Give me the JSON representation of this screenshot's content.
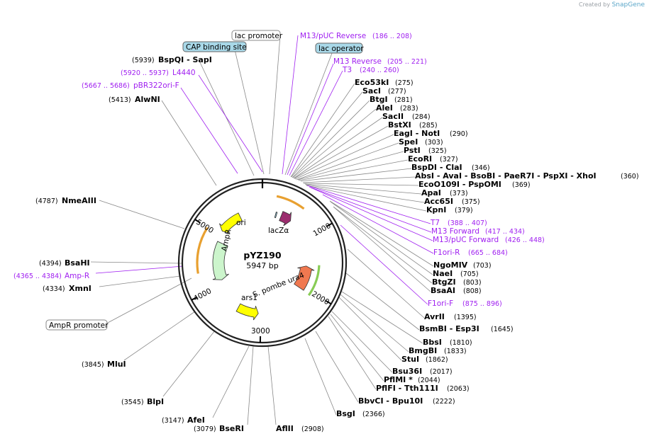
{
  "brand": {
    "created_by": "Created by",
    "app_name": "SnapGene"
  },
  "plasmid": {
    "name": "pYZ190",
    "size_label": "5947 bp",
    "length": 5947
  },
  "ticks": [
    {
      "pos": 1000,
      "label": "1000"
    },
    {
      "pos": 2000,
      "label": "2000"
    },
    {
      "pos": 3000,
      "label": "3000"
    },
    {
      "pos": 4000,
      "label": "4000"
    },
    {
      "pos": 5000,
      "label": "5000"
    }
  ],
  "features": [
    {
      "name": "lacZα",
      "start": 360,
      "end": 560,
      "color": "#9b2d6e",
      "dir": 1
    },
    {
      "name": "lac operator seg",
      "start": 250,
      "end": 270,
      "color": "#8cc4d8",
      "dir": 0
    },
    {
      "name": "S. pombe ura4",
      "start": 1560,
      "end": 2050,
      "color": "#f07850",
      "dir": -1
    },
    {
      "name": "ars1",
      "start": 3050,
      "end": 3440,
      "color": "#ffff00",
      "dir": -1
    },
    {
      "name": "AmpR",
      "start": 4080,
      "end": 4880,
      "color": "#ccf5cc",
      "dir": -1
    },
    {
      "name": "ori",
      "start": 5090,
      "end": 5520,
      "color": "#ffff00",
      "dir": -1
    }
  ],
  "feature_labels": {
    "lacz": "lacZα",
    "ura4": "S. pombe ura4",
    "ars1": "ars1",
    "ampr": "AmpR",
    "ori": "ori"
  },
  "boxed_labels": [
    {
      "key": "lac_promoter",
      "text": "lac promoter",
      "color": "#ffffff"
    },
    {
      "key": "cap",
      "text": "CAP binding site",
      "color": "#a8d8e8"
    },
    {
      "key": "lac_operator",
      "text": "lac operator",
      "color": "#a8d8e8"
    },
    {
      "key": "ampr_promoter",
      "text": "AmpR promoter",
      "color": "#ffffff"
    }
  ],
  "primers": [
    {
      "key": "m13puc_rev",
      "name": "M13/pUC Reverse",
      "range": "(186 .. 208)"
    },
    {
      "key": "m13_rev",
      "name": "M13 Reverse",
      "range": "(205 .. 221)"
    },
    {
      "key": "t3",
      "name": "T3",
      "range": "(240 .. 260)"
    },
    {
      "key": "l4440",
      "name": "L4440",
      "range": "(5920 .. 5937)"
    },
    {
      "key": "pbr322",
      "name": "pBR322ori-F",
      "range": "(5667 .. 5686)"
    },
    {
      "key": "t7",
      "name": "T7",
      "range": "(388 .. 407)"
    },
    {
      "key": "m13_fwd",
      "name": "M13 Forward",
      "range": "(417 .. 434)"
    },
    {
      "key": "m13puc_fwd",
      "name": "M13/pUC Forward",
      "range": "(426 .. 448)"
    },
    {
      "key": "f1ori_r",
      "name": "F1ori-R",
      "range": "(665 .. 684)"
    },
    {
      "key": "f1ori_f",
      "name": "F1ori-F",
      "range": "(875 .. 896)"
    },
    {
      "key": "ampr",
      "name": "Amp-R",
      "range": "(4365 .. 4384)"
    }
  ],
  "enzymes": [
    {
      "key": "bspqi",
      "names": "BspQI   - SapI",
      "pos": "(5939)"
    },
    {
      "key": "alwni",
      "names": "AlwNI",
      "pos": "(5413)"
    },
    {
      "key": "eco53ki",
      "names": "Eco53kI",
      "pos": "(275)"
    },
    {
      "key": "saci",
      "names": "SacI",
      "pos": "(277)"
    },
    {
      "key": "btgi",
      "names": "BtgI",
      "pos": "(281)"
    },
    {
      "key": "alei",
      "names": "AleI",
      "pos": "(283)"
    },
    {
      "key": "sacii",
      "names": "SacII",
      "pos": "(284)"
    },
    {
      "key": "bstxi",
      "names": "BstXI",
      "pos": "(285)"
    },
    {
      "key": "eagi",
      "names": "EagI   - NotI",
      "pos": "(290)"
    },
    {
      "key": "spei",
      "names": "SpeI",
      "pos": "(303)"
    },
    {
      "key": "psti",
      "names": "PstI",
      "pos": "(325)"
    },
    {
      "key": "ecori",
      "names": "EcoRI",
      "pos": "(327)"
    },
    {
      "key": "bspdi",
      "names": "BspDI   - ClaI",
      "pos": "(346)"
    },
    {
      "key": "absi",
      "names": "AbsI   - AvaI   - BsoBI   - PaeR7I   - PspXI   - XhoI",
      "pos": "(360)"
    },
    {
      "key": "ecoo109i",
      "names": "EcoO109I   - PspOMI",
      "pos": "(369)"
    },
    {
      "key": "apai",
      "names": "ApaI",
      "pos": "(373)"
    },
    {
      "key": "acc65i",
      "names": "Acc65I",
      "pos": "(375)"
    },
    {
      "key": "kpni",
      "names": "KpnI",
      "pos": "(379)"
    },
    {
      "key": "ngomiv",
      "names": "NgoMIV",
      "pos": "(703)"
    },
    {
      "key": "naei",
      "names": "NaeI",
      "pos": "(705)"
    },
    {
      "key": "btgzi",
      "names": "BtgZI",
      "pos": "(803)"
    },
    {
      "key": "bsaai",
      "names": "BsaAI",
      "pos": "(808)"
    },
    {
      "key": "avrii",
      "names": "AvrII",
      "pos": "(1395)"
    },
    {
      "key": "bsmbi",
      "names": "BsmBI   - Esp3I",
      "pos": "(1645)"
    },
    {
      "key": "bbsi",
      "names": "BbsI",
      "pos": "(1810)"
    },
    {
      "key": "bmgbi",
      "names": "BmgBI",
      "pos": "(1833)"
    },
    {
      "key": "stui",
      "names": "StuI",
      "pos": "(1862)"
    },
    {
      "key": "bsu36i",
      "names": "Bsu36I",
      "pos": "(2017)"
    },
    {
      "key": "pflmi",
      "names": "PflMI *",
      "pos": "(2044)"
    },
    {
      "key": "pflfi",
      "names": "PflFI   - Tth111I",
      "pos": "(2063)"
    },
    {
      "key": "bbvci",
      "names": "BbvCI   - Bpu10I",
      "pos": "(2222)"
    },
    {
      "key": "bsgi",
      "names": "BsgI",
      "pos": "(2366)"
    },
    {
      "key": "aflii",
      "names": "AflII",
      "pos": "(2908)"
    },
    {
      "key": "bseri",
      "names": "BseRI",
      "pos": "(3079)"
    },
    {
      "key": "afei",
      "names": "AfeI",
      "pos": "(3147)"
    },
    {
      "key": "blpi",
      "names": "BlpI",
      "pos": "(3545)"
    },
    {
      "key": "mlui",
      "names": "MluI",
      "pos": "(3845)"
    },
    {
      "key": "xmni",
      "names": "XmnI",
      "pos": "(4334)"
    },
    {
      "key": "bsahi",
      "names": "BsaHI",
      "pos": "(4394)"
    },
    {
      "key": "nmeaiii",
      "names": "NmeAIII",
      "pos": "(4787)"
    }
  ]
}
